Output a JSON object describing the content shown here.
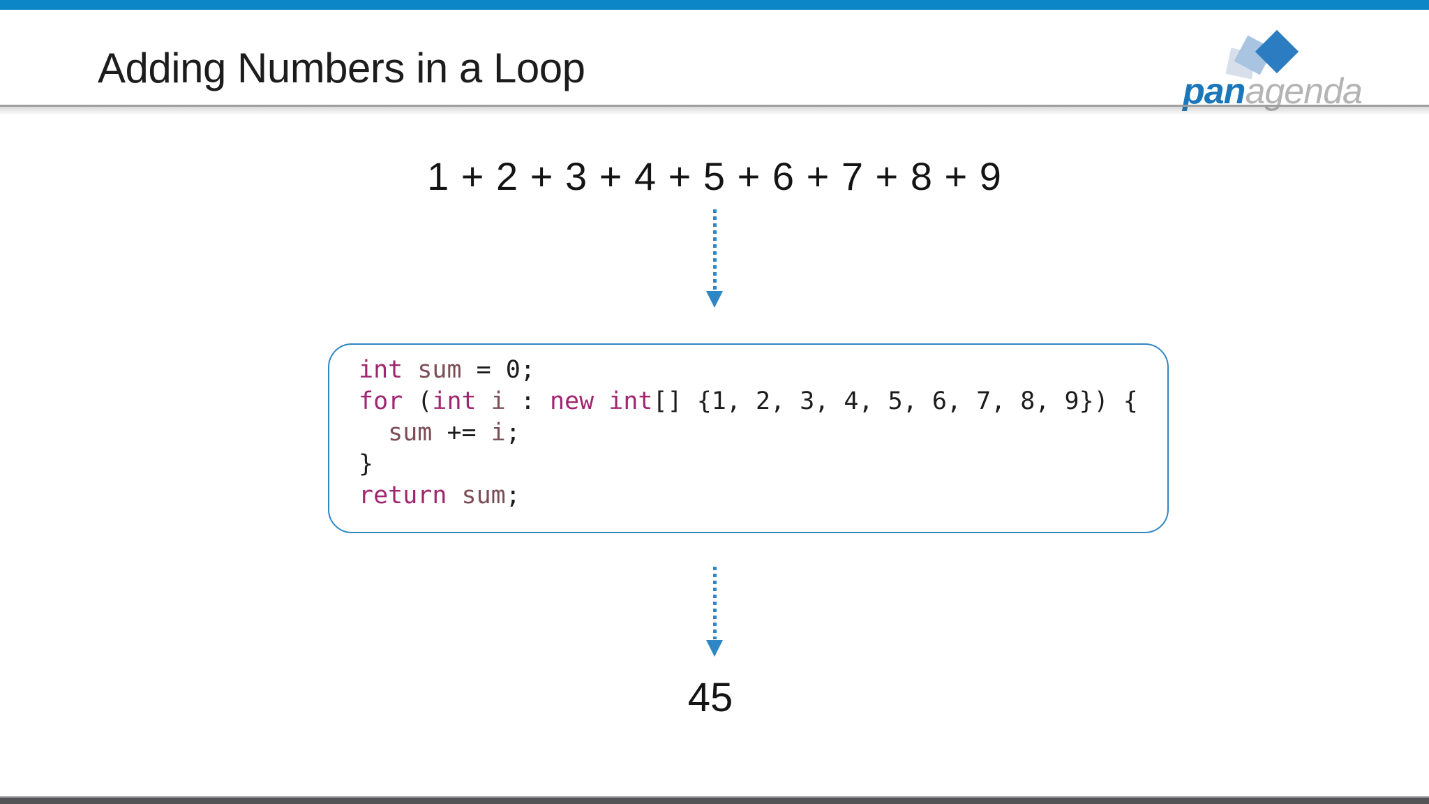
{
  "header": {
    "title": "Adding Numbers in a Loop",
    "logo": {
      "pan": "pan",
      "agenda": "agenda"
    }
  },
  "slide": {
    "expression": "1 + 2 + 3 + 4 + 5 + 6 + 7 + 8 + 9",
    "result": "45"
  },
  "code": {
    "language_hint": "java",
    "lines": [
      [
        {
          "t": "int",
          "c": "kw"
        },
        {
          "t": " ",
          "c": "pl"
        },
        {
          "t": "sum",
          "c": "var"
        },
        {
          "t": " = 0;",
          "c": "pl"
        }
      ],
      [
        {
          "t": "for",
          "c": "kw"
        },
        {
          "t": " (",
          "c": "pl"
        },
        {
          "t": "int",
          "c": "kw"
        },
        {
          "t": " ",
          "c": "pl"
        },
        {
          "t": "i",
          "c": "var"
        },
        {
          "t": " : ",
          "c": "pl"
        },
        {
          "t": "new",
          "c": "kw"
        },
        {
          "t": " ",
          "c": "pl"
        },
        {
          "t": "int",
          "c": "kw"
        },
        {
          "t": "[] {1, 2, 3, 4, 5, 6, 7, 8, 9}) {",
          "c": "pl"
        }
      ],
      [
        {
          "t": "  ",
          "c": "pl"
        },
        {
          "t": "sum",
          "c": "var"
        },
        {
          "t": " += ",
          "c": "pl"
        },
        {
          "t": "i",
          "c": "var"
        },
        {
          "t": ";",
          "c": "pl"
        }
      ],
      [
        {
          "t": "}",
          "c": "pl"
        }
      ],
      [
        {
          "t": "return",
          "c": "kw"
        },
        {
          "t": " ",
          "c": "pl"
        },
        {
          "t": "sum",
          "c": "var"
        },
        {
          "t": ";",
          "c": "pl"
        }
      ]
    ]
  },
  "colors": {
    "top_bar_blue": "#0d86c8",
    "arrow_blue": "#2f86c4",
    "code_box_border_blue": "#2e86c1",
    "code_keyword": "#a02670",
    "code_variable": "#7b4e56",
    "code_plain": "#1c1c1c",
    "logo_pan_blue": "#1b76ba",
    "logo_agenda_gray": "#b4b4b4",
    "bottom_bar_gray": "#545456"
  }
}
